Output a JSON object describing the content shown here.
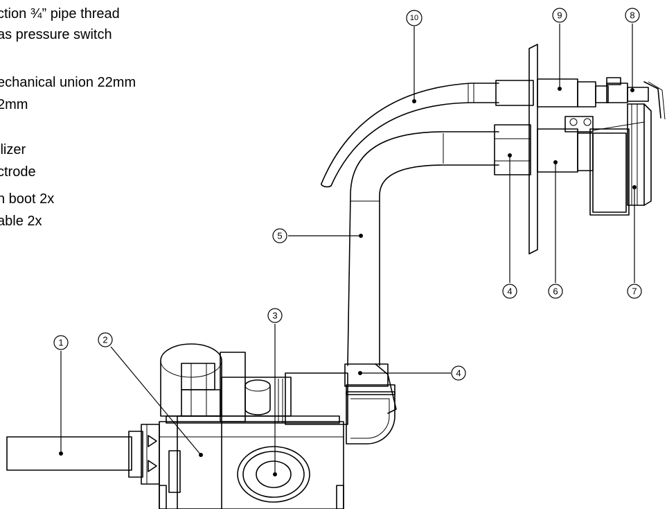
{
  "legend": {
    "lines": [
      "ction ¾” pipe thread",
      "as pressure switch",
      "",
      "echanical union 22mm",
      "2mm",
      "",
      "ilizer",
      "ctrode",
      "n boot 2x",
      "able 2x"
    ]
  },
  "callouts": [
    "1",
    "2",
    "3",
    "4",
    "4",
    "5",
    "6",
    "7",
    "8",
    "9",
    "10"
  ]
}
